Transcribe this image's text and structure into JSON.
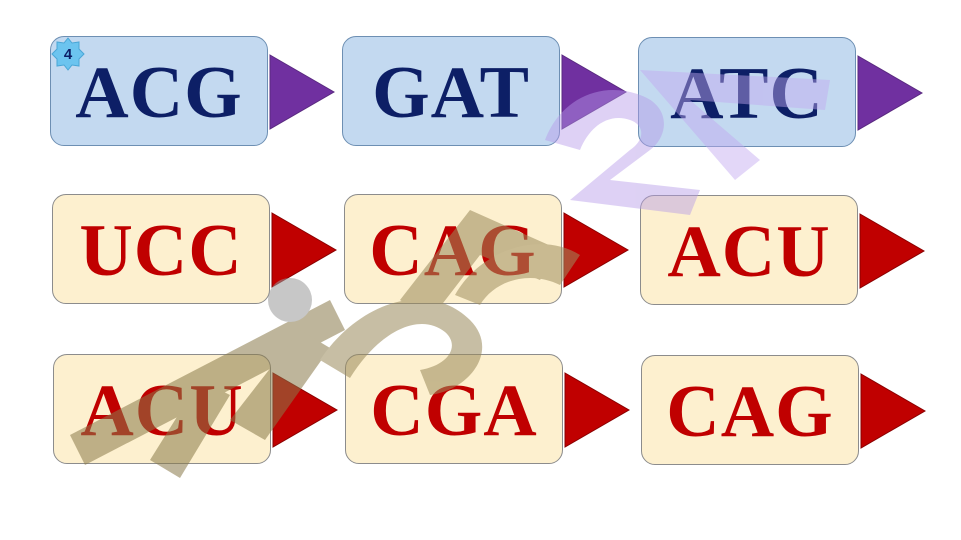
{
  "slide_number": "4",
  "colors": {
    "dna_fill": "#c3d9f0",
    "dna_text": "#0d1f66",
    "dna_arrow": "#7030a0",
    "rna_fill": "#fdf0cf",
    "rna_text": "#c00000",
    "rna_arrow": "#c00000"
  },
  "rows": [
    {
      "kind": "dna",
      "codons": [
        "ACG",
        "GAT",
        "ATC"
      ]
    },
    {
      "kind": "rna",
      "codons": [
        "UCC",
        "CAG",
        "ACU"
      ]
    },
    {
      "kind": "rna",
      "codons": [
        "ACU",
        "CGA",
        "CAG"
      ]
    }
  ]
}
